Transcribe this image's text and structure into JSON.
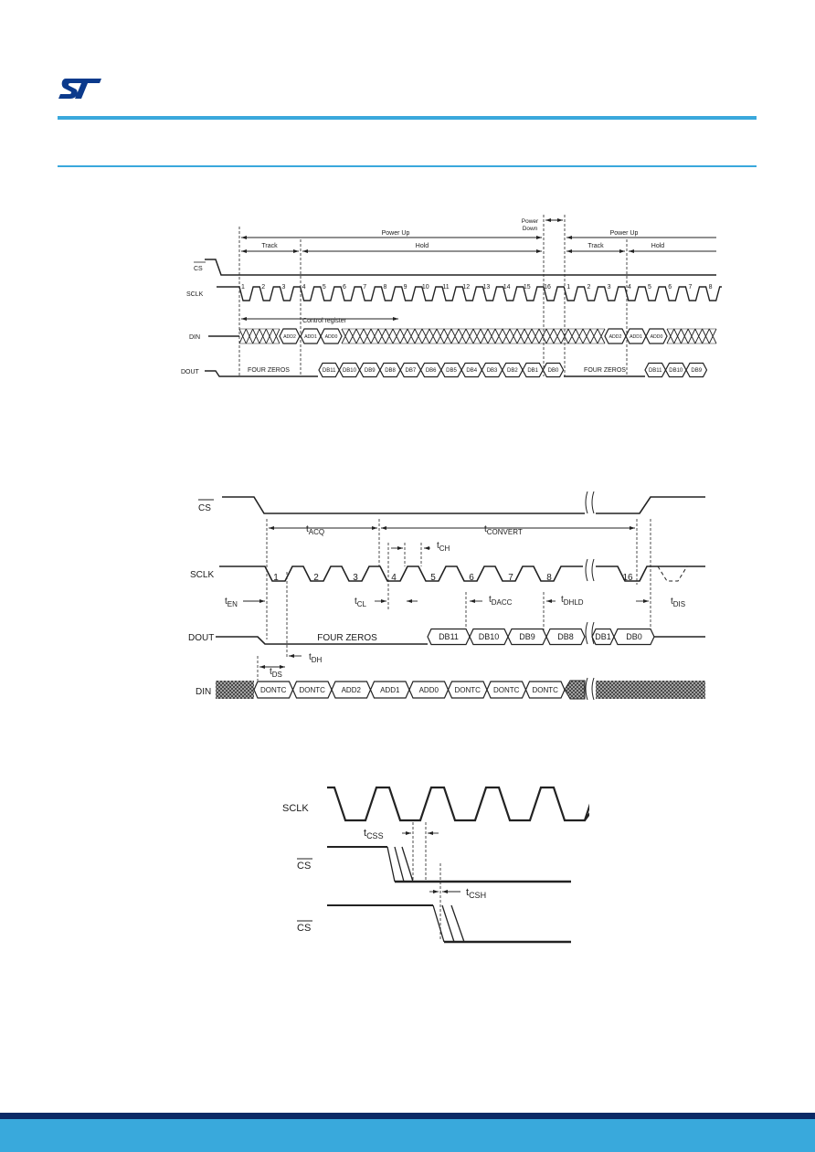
{
  "colors": {
    "accent": "#3aa8dc",
    "footer_dark": "#0b2a66",
    "footer_blue": "#39a9dc",
    "logo": "#0b3a8c"
  },
  "logo": {
    "icon": "st-logo-icon"
  },
  "fig1": {
    "power_up_1": "Power Up",
    "power_down": [
      "Power",
      "Down"
    ],
    "power_up_2": "Power Up",
    "track_1": "Track",
    "hold_1": "Hold",
    "track_2": "Track",
    "hold_2": "Hold",
    "cs": "CS",
    "sclk": "SCLK",
    "din": "DIN",
    "dout": "DOUT",
    "clock_numbers": [
      "1",
      "2",
      "3",
      "4",
      "5",
      "6",
      "7",
      "8",
      "9",
      "10",
      "11",
      "12",
      "13",
      "14",
      "15",
      "16",
      "1",
      "2",
      "3",
      "4",
      "5",
      "6",
      "7",
      "8"
    ],
    "control_register": "Control register",
    "din_cells_1": [
      "ADD2",
      "ADD1",
      "ADD0"
    ],
    "din_cells_2": [
      "ADD2",
      "ADD1",
      "ADD0"
    ],
    "four_zeros_1": "FOUR ZEROS",
    "dout_cells_1": [
      "DB11",
      "DB10",
      "DB9",
      "DB8",
      "DB7",
      "DB6",
      "DB5",
      "DB4",
      "DB3",
      "DB2",
      "DB1",
      "DB0"
    ],
    "four_zeros_2": "FOUR ZEROS",
    "dout_cells_2": [
      "DB11",
      "DB10",
      "DB9"
    ]
  },
  "fig2": {
    "cs": "CS",
    "sclk": "SCLK",
    "dout": "DOUT",
    "din": "DIN",
    "t_acq": [
      "t",
      "ACQ"
    ],
    "t_convert": [
      "t",
      "CONVERT"
    ],
    "t_ch": [
      "t",
      "CH"
    ],
    "t_cl": [
      "t",
      "CL"
    ],
    "t_en": [
      "t",
      "EN"
    ],
    "t_dacc": [
      "t",
      "DACC"
    ],
    "t_dhld": [
      "t",
      "DHLD"
    ],
    "t_dis": [
      "t",
      "DIS"
    ],
    "t_dh": [
      "t",
      "DH"
    ],
    "t_ds": [
      "t",
      "DS"
    ],
    "clock_numbers": [
      "1",
      "2",
      "3",
      "4",
      "5",
      "6",
      "7",
      "8",
      "16"
    ],
    "four_zeros": "FOUR ZEROS",
    "dout_cells": [
      "DB11",
      "DB10",
      "DB9",
      "DB8",
      "DB1",
      "DB0"
    ],
    "din_cells": [
      "DONTC",
      "DONTC",
      "ADD2",
      "ADD1",
      "ADD0",
      "DONTC",
      "DONTC",
      "DONTC"
    ]
  },
  "fig3": {
    "sclk": "SCLK",
    "cs_1": "CS",
    "cs_2": "CS",
    "t_css": [
      "t",
      "CSS"
    ],
    "t_csh": [
      "t",
      "CSH"
    ]
  }
}
